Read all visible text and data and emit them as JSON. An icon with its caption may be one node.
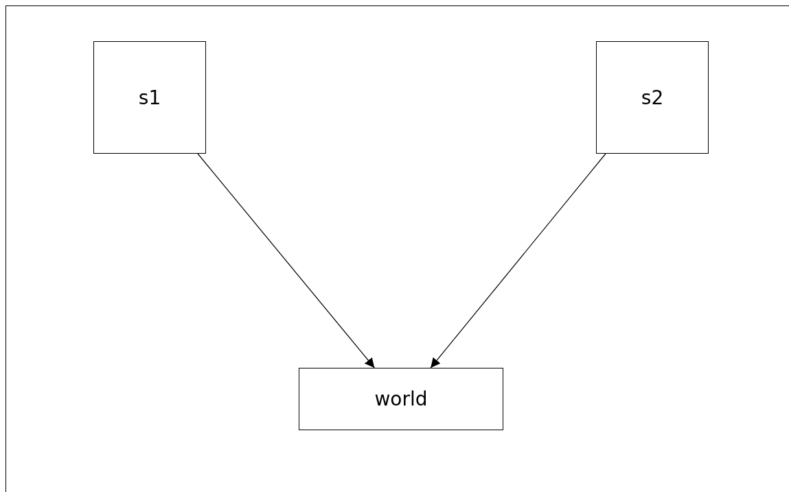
{
  "diagram": {
    "nodes": [
      {
        "text": [
          "s1"
        ]
      },
      {
        "text": [
          "s2"
        ]
      },
      {
        "text": [
          "world"
        ]
      }
    ],
    "edges": [
      {
        "from": 0,
        "to": 2,
        "arrow": "to"
      },
      {
        "from": 1,
        "to": 2,
        "arrow": "to"
      }
    ]
  }
}
